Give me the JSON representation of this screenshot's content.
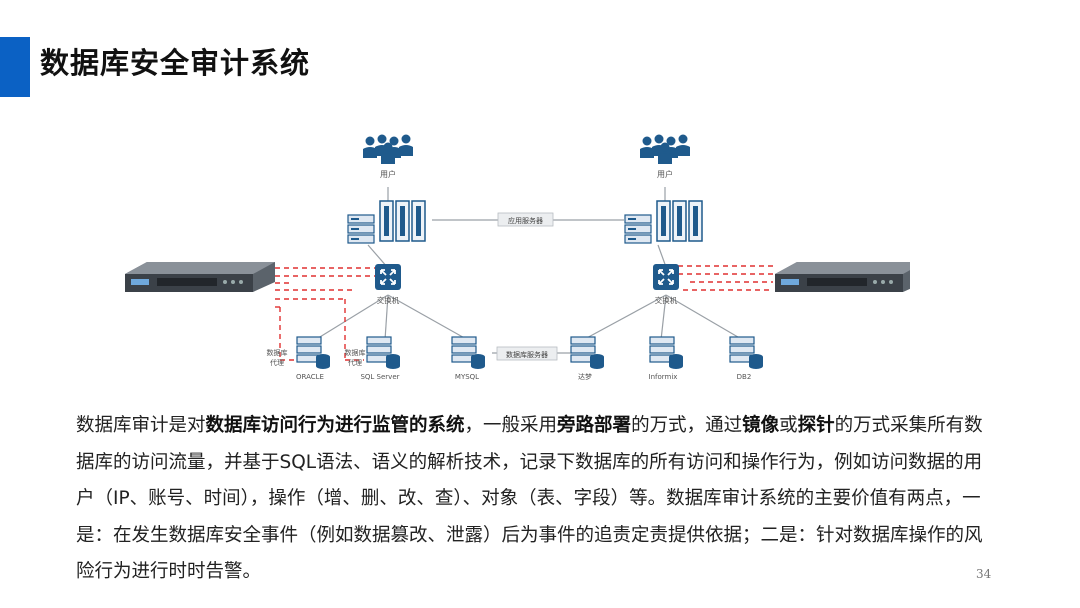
{
  "slide": {
    "title": "数据库安全审计系统",
    "page_number": "34"
  },
  "diagram": {
    "labels": {
      "user_left": "用户",
      "user_right": "用户",
      "app_server": "应用服务器",
      "switch_left": "交换机",
      "switch_right": "交换机",
      "db_server": "数据库服务器",
      "proxy1_line1": "数据库",
      "proxy1_line2": "代理",
      "proxy2_line1": "数据库",
      "proxy2_line2": "代理",
      "db_oracle": "ORACLE",
      "db_sqlserver": "SQL Server",
      "db_mysql": "MYSQL",
      "db_dameng": "达梦",
      "db_informix": "Informix",
      "db_db2": "DB2"
    },
    "colors": {
      "dashed_line": "#e03030",
      "icon_blue": "#1f5a8c",
      "line": "#9aa0a6"
    }
  },
  "body": {
    "s1": "数据库审计是对",
    "s1b": "数据库访问行为进行监管的系统",
    "s2": "，一般采用",
    "s2b": "旁路部署",
    "s3": "的万式，通过",
    "s3b": "镜像",
    "s4": "或",
    "s4b": "探针",
    "s5": "的万式采集所有数据库的访问流量，并基于SQL语法、语义的解析技术，记录下数据库的所有访问和操作行为，例如访问数据的用户（IP、账号、时间），操作（增、删、改、查）、对象（表、字段）等。数据库审计系统的主要价值有两点，一是：在发生数据库安全事件（例如数据篡改、泄露）后为事件的追责定责提供依据；二是：针对数据库操作的风险行为进行时时告警。"
  }
}
